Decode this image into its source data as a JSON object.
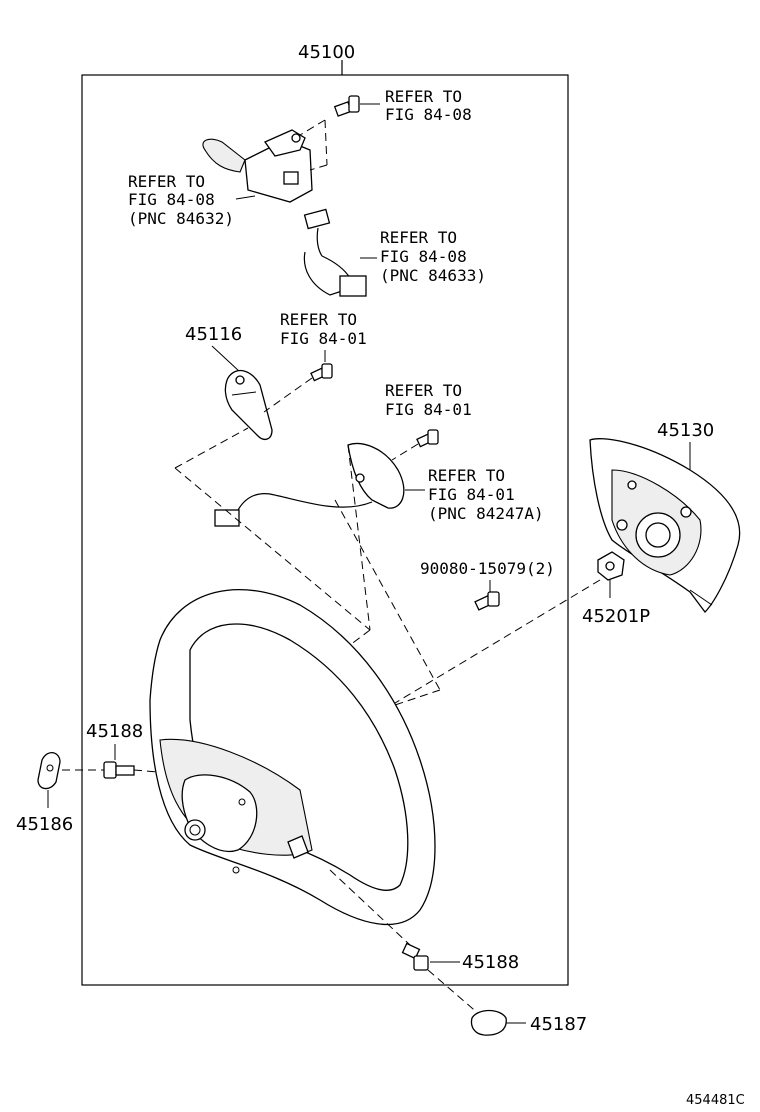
{
  "labels": {
    "assembly": "45100",
    "horn_pad": "45130",
    "cover_left": "45116",
    "screw": "90080-15079(2)",
    "nut": "45201P",
    "screw_left": "45188",
    "cover_left_cap": "45186",
    "screw_bottom": "45188",
    "cover_bottom_cap": "45187",
    "catalog_code": "454481C"
  },
  "refs": {
    "ref1": {
      "line1": "REFER TO",
      "line2": "FIG 84-08"
    },
    "ref2": {
      "line1": "REFER TO",
      "line2": "FIG 84-08",
      "line3": "(PNC 84632)"
    },
    "ref3": {
      "line1": "REFER TO",
      "line2": "FIG 84-08",
      "line3": "(PNC 84633)"
    },
    "ref4": {
      "line1": "REFER TO",
      "line2": "FIG 84-01"
    },
    "ref5": {
      "line1": "REFER TO",
      "line2": "FIG 84-01"
    },
    "ref6": {
      "line1": "REFER TO",
      "line2": "FIG 84-01",
      "line3": "(PNC 84247A)"
    }
  }
}
